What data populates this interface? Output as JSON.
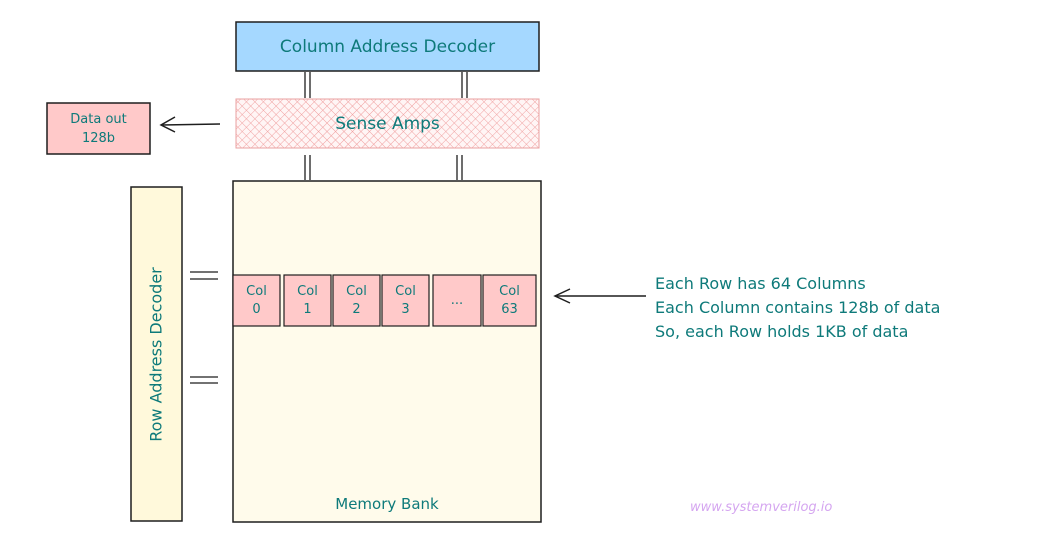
{
  "column_decoder": {
    "label": "Column Address Decoder",
    "fill": "#a5d8ff"
  },
  "sense_amps": {
    "label": "Sense Amps",
    "fill": "#ffc9c9"
  },
  "data_out": {
    "line1": "Data out",
    "line2": "128b",
    "fill": "#ffc9c9"
  },
  "row_decoder": {
    "label": "Row Address Decoder",
    "fill": "#fff9db"
  },
  "memory_bank": {
    "label": "Memory Bank",
    "fill": "#fffbeb"
  },
  "columns": [
    {
      "top": "Col",
      "bottom": "0"
    },
    {
      "top": "Col",
      "bottom": "1"
    },
    {
      "top": "Col",
      "bottom": "2"
    },
    {
      "top": "Col",
      "bottom": "3"
    },
    {
      "top": "...",
      "bottom": ""
    },
    {
      "top": "Col",
      "bottom": "63"
    }
  ],
  "annotation": {
    "lines": [
      "Each Row has 64 Columns",
      "Each Column contains 128b of data",
      "So, each Row holds 1KB of data"
    ]
  },
  "watermark": "www.systemverilog.io",
  "colors": {
    "text": "#0e7a7a",
    "stroke": "#1e1e1e",
    "column_fill": "#ffc9c9",
    "watermark": "#d5a6f0"
  }
}
